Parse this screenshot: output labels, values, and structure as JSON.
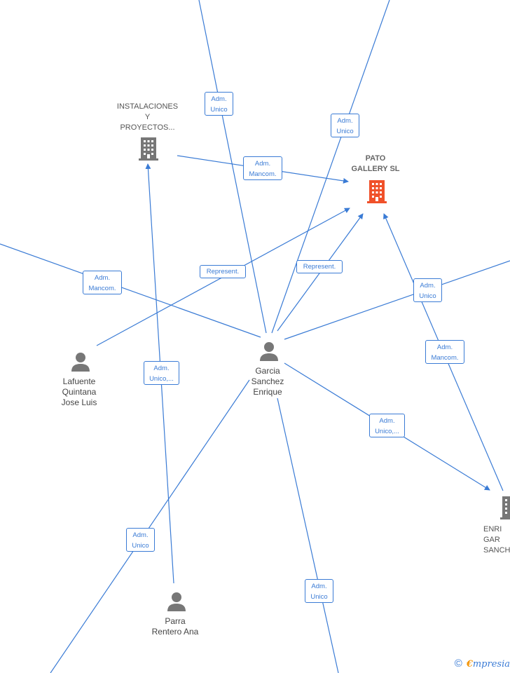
{
  "nodes": {
    "instalaciones": {
      "label": "INSTALACIONES\nY\nPROYECTOS...",
      "icon": "building-icon"
    },
    "pato": {
      "label": "PATO\nGALLERY  SL",
      "icon": "building-icon",
      "color": "#f0512a"
    },
    "enrique_company": {
      "label": "ENRI\nGAR\nSANCH",
      "icon": "building-icon"
    },
    "lafuente": {
      "label": "Lafuente\nQuintana\nJose Luis",
      "icon": "person-icon"
    },
    "garcia": {
      "label": "Garcia\nSanchez\nEnrique",
      "icon": "person-icon"
    },
    "parra": {
      "label": "Parra\nRentero Ana",
      "icon": "person-icon"
    }
  },
  "edge_labels": {
    "e1": "Adm.\nUnico",
    "e2": "Adm.\nUnico",
    "e3": "Adm.\nMancom.",
    "e4": "Represent.",
    "e5": "Represent.",
    "e6": "Adm.\nMancom.",
    "e7": "Adm.\nUnico",
    "e8": "Adm.\nMancom.",
    "e9": "Adm.\nUnico,...",
    "e10": "Adm.\nUnico,...",
    "e11": "Adm.\nUnico",
    "e12": "Adm.\nUnico"
  },
  "colors": {
    "edge": "#3a7bd5",
    "person": "#777777",
    "company": "#777777",
    "target": "#f0512a"
  },
  "watermark": {
    "copyright": "©",
    "brand_first": "€",
    "brand_rest": "mpresia"
  }
}
